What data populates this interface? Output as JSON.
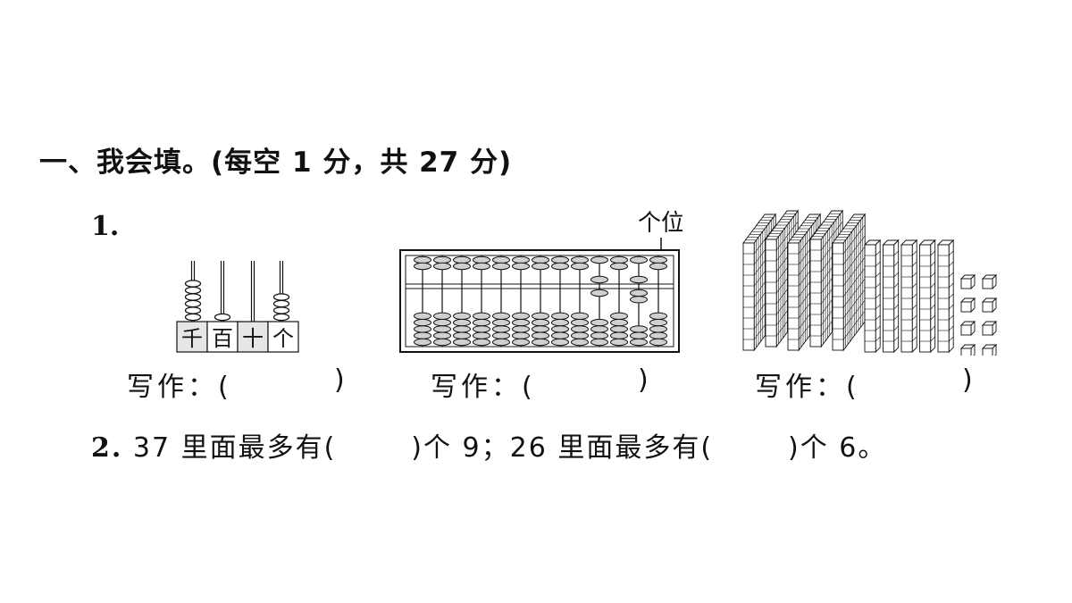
{
  "section": {
    "title": "一、我会填。(每空 1 分，共 27 分)"
  },
  "q1": {
    "number": "1.",
    "abacus": {
      "place_labels": [
        "千",
        "百",
        "十",
        "个"
      ],
      "beads": [
        6,
        1,
        0,
        4
      ]
    },
    "suanpan": {
      "ones_label": "个位",
      "upper_active": [
        0,
        0,
        0,
        0,
        0,
        0,
        0,
        0,
        0,
        1,
        0,
        1,
        0
      ],
      "lower_active": [
        0,
        0,
        0,
        0,
        0,
        0,
        0,
        0,
        0,
        1,
        0,
        2,
        0
      ]
    },
    "blocks": {
      "hundreds": 5,
      "tens": 5,
      "ones": 8
    },
    "write_label": "写作：(",
    "close_paren": ")"
  },
  "q2": {
    "number": "2.",
    "part1": "37 里面最多有(",
    "part2": ")个 9；26 里面最多有(",
    "part3": ")个 6。"
  }
}
